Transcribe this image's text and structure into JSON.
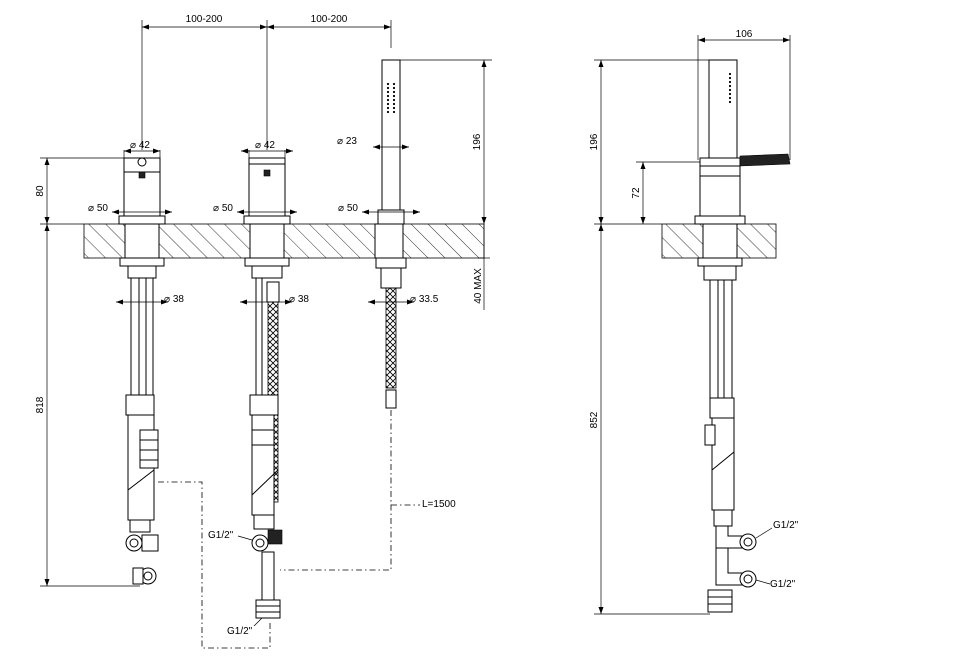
{
  "front_view": {
    "spacing_left": "100-200",
    "spacing_right": "100-200",
    "dia_handle_left": "42",
    "dia_handle_mid": "42",
    "dia_hand_shower": "23",
    "dia_base_left": "50",
    "dia_base_mid": "50",
    "dia_base_right": "50",
    "dia_shank_left": "38",
    "dia_shank_mid": "38",
    "dia_shank_right": "33.5",
    "height_above_deck": "80",
    "height_below_deck": "818",
    "height_shower": "196",
    "deck_thickness": "40 MAX",
    "hose_length": "L=1500",
    "connection_mid": "G1/2\"",
    "connection_bottom": "G1/2\""
  },
  "side_view": {
    "width_top": "106",
    "height_shower": "196",
    "height_body": "72",
    "height_below_deck": "852",
    "connection_upper": "G1/2\"",
    "connection_lower": "G1/2\""
  }
}
